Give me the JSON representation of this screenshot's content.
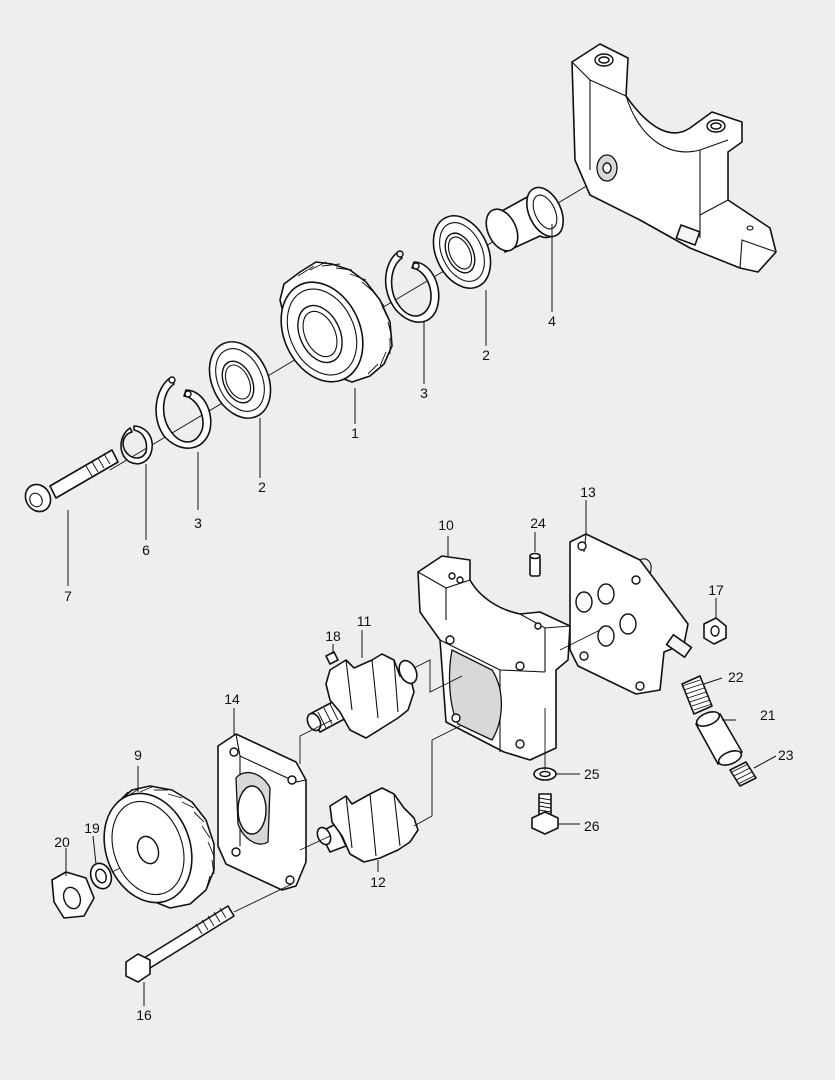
{
  "labels": {
    "p1": "1",
    "p2a": "2",
    "p2b": "2",
    "p3a": "3",
    "p3b": "3",
    "p4": "4",
    "p6": "6",
    "p7": "7",
    "p9": "9",
    "p10": "10",
    "p11": "11",
    "p12": "12",
    "p13": "13",
    "p14": "14",
    "p16": "16",
    "p17": "17",
    "p18": "18",
    "p19": "19",
    "p20": "20",
    "p21": "21",
    "p22": "22",
    "p23": "23",
    "p24": "24",
    "p25": "25",
    "p26": "26"
  }
}
